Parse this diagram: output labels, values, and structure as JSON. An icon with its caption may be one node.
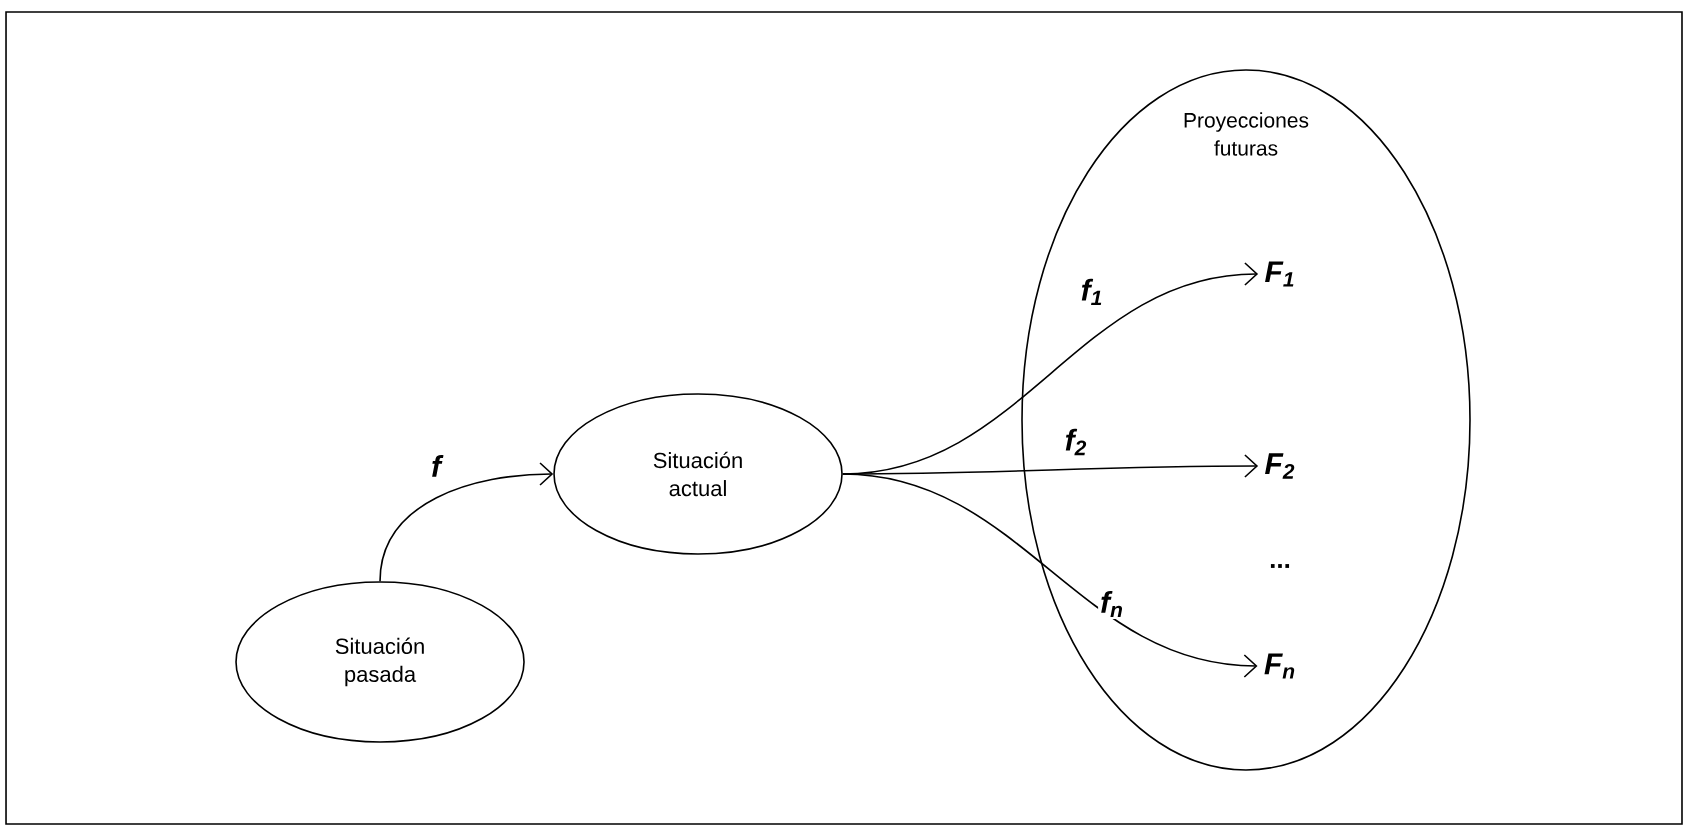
{
  "diagram": {
    "nodes": [
      {
        "text": [
          "Situación pasada"
        ]
      },
      {
        "text": [
          "Situación actual"
        ]
      },
      {
        "text": [
          "Proyecciones futuras"
        ]
      },
      {
        "text": [
          "F$_{1}$"
        ],
        "in": 2
      },
      {
        "text": [
          "F$_{2}$"
        ],
        "in": 2
      },
      {
        "text": [
          "F$_{n}$"
        ],
        "in": 2
      }
    ],
    "edges": [
      {
        "from": 0,
        "to": 1,
        "arrow": "to",
        "label": "f"
      },
      {
        "from": 1,
        "to": 3,
        "arrow": "to",
        "label": "f$_{1}$"
      },
      {
        "from": 1,
        "to": 4,
        "arrow": "to",
        "label": "f$_{2}$"
      },
      {
        "from": 1,
        "to": 5,
        "arrow": "to",
        "label": "f$_{n}$"
      }
    ],
    "labels": [
      "..."
    ]
  }
}
